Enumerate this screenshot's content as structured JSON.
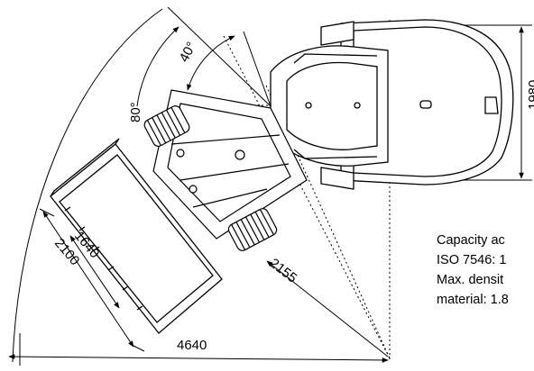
{
  "dimensions": {
    "angle_small": "40°",
    "angle_large": "80°",
    "overall_width": "1980",
    "radius_inner": "2155",
    "bucket_outer_width": "2100",
    "bucket_inner_width": "1640",
    "turning_length": "4640"
  },
  "notes": [
    "Capacity ac",
    "ISO 7546: 1",
    "Max. densit",
    "material: 1.8"
  ]
}
